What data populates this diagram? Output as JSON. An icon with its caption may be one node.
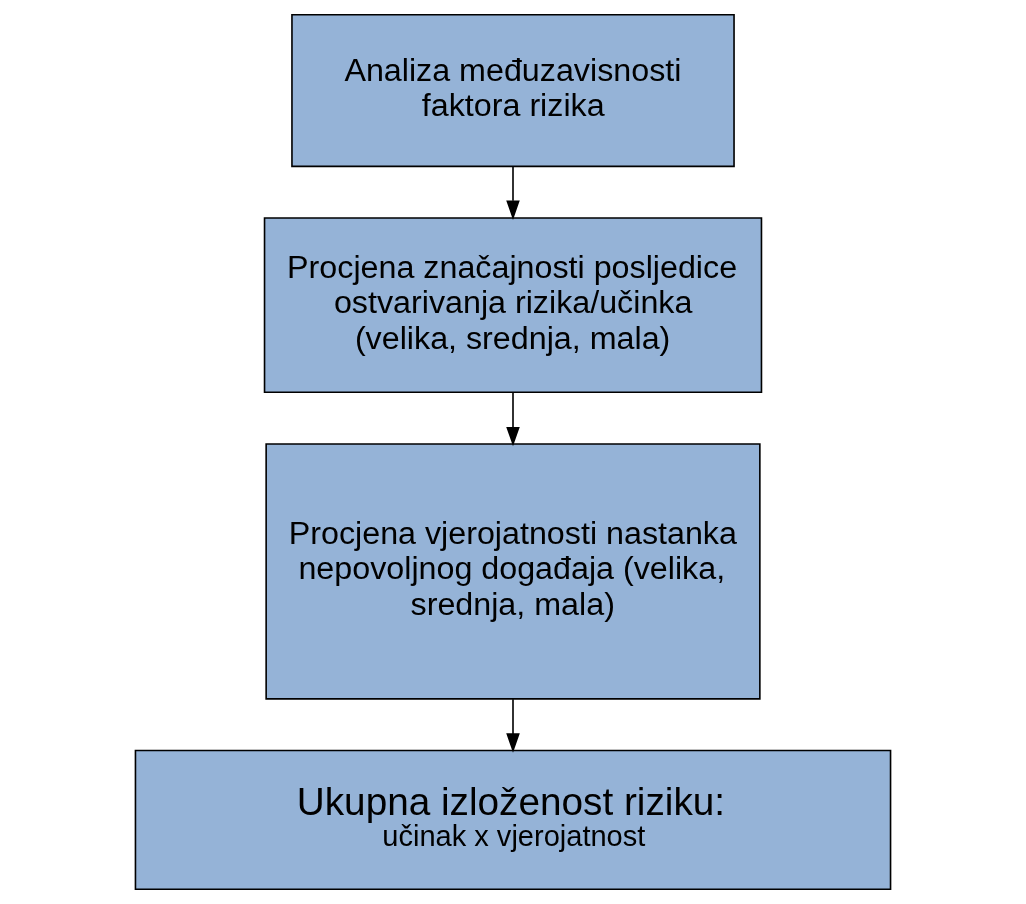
{
  "diagram": {
    "nodes": [
      {
        "text": [
          "Analiza međuzavisnosti faktora rizika"
        ]
      },
      {
        "text": [
          "Procjena značajnosti posljedice ostvarivanja rizika/učinka (velika, srednja, mala)"
        ]
      },
      {
        "text": [
          "Procjena vjerojatnosti nastanka nepovoljnog događaja (velika, srednja, mala)"
        ]
      },
      {
        "text": [
          "Ukupna izloženost riziku:",
          "učinak x vjerojatnost"
        ]
      }
    ],
    "edges": [
      {
        "from": 0,
        "to": 1,
        "arrow": "to"
      },
      {
        "from": 1,
        "to": 2,
        "arrow": "to"
      },
      {
        "from": 2,
        "to": 3,
        "arrow": "to"
      }
    ]
  }
}
